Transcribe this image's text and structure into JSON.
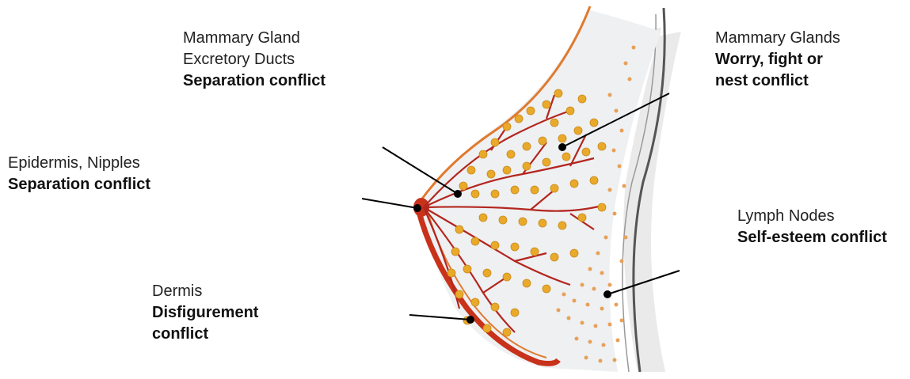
{
  "labels": {
    "excretory_ducts": {
      "name_line1": "Mammary Gland",
      "name_line2": "Excretory Ducts",
      "conflict": "Separation conflict"
    },
    "mammary_glands": {
      "name": "Mammary Glands",
      "conflict_line1": "Worry, fight or",
      "conflict_line2": "nest conflict"
    },
    "epidermis": {
      "name": "Epidermis, Nipples",
      "conflict": "Separation conflict"
    },
    "lymph_nodes": {
      "name": "Lymph Nodes",
      "conflict": "Self-esteem conflict"
    },
    "dermis": {
      "name": "Dermis",
      "conflict_line1": "Disfigurement",
      "conflict_line2": "conflict"
    }
  },
  "colors": {
    "skin_outline": "#e07a2e",
    "dermis_red": "#c8321a",
    "ducts": "#b3261e",
    "gland_lobule": "#e9a92a",
    "lymph_dot": "#e8a058",
    "chest_wall": "#555555",
    "tissue_fill": "#eef0f2"
  }
}
